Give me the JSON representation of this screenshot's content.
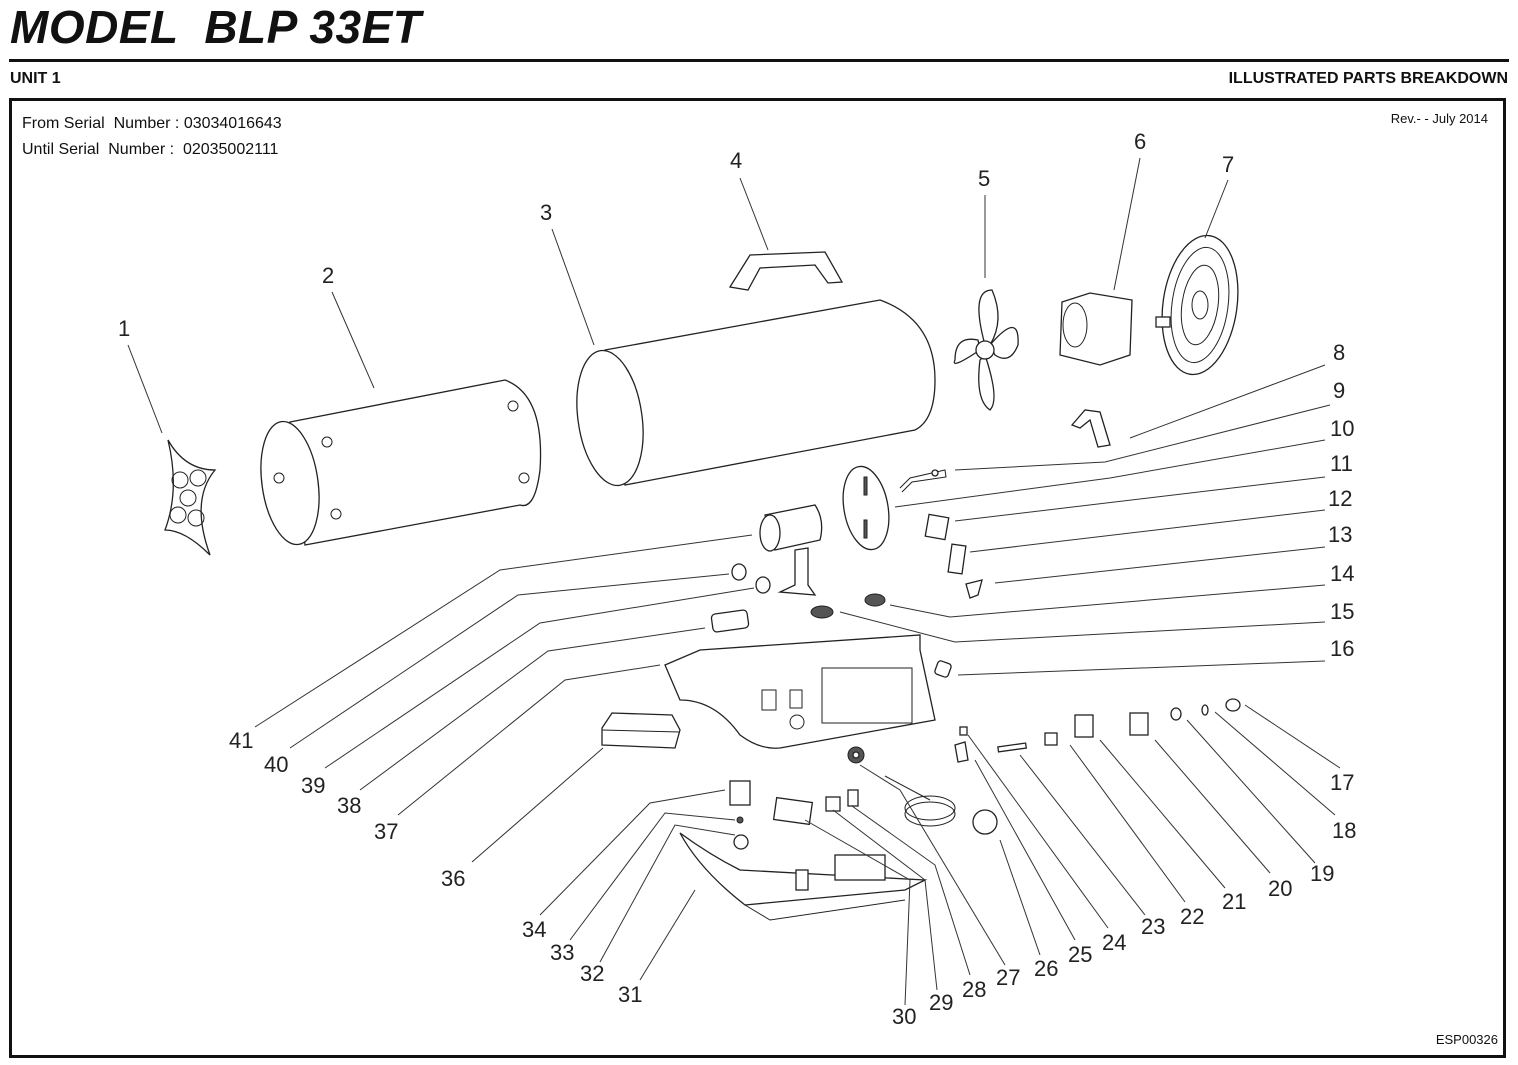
{
  "header": {
    "title": "MODEL  BLP 33ET",
    "unit": "UNIT 1",
    "section": "ILLUSTRATED PARTS BREAKDOWN"
  },
  "serials": {
    "from": "From Serial  Number : 03034016643",
    "until": "Until Serial  Number :  02035002111"
  },
  "revision": "Rev.- - July 2014",
  "document_id": "ESP00326",
  "callouts": [
    "1",
    "2",
    "3",
    "4",
    "5",
    "6",
    "7",
    "8",
    "9",
    "10",
    "11",
    "12",
    "13",
    "14",
    "15",
    "16",
    "17",
    "18",
    "19",
    "20",
    "21",
    "22",
    "23",
    "24",
    "25",
    "26",
    "27",
    "28",
    "29",
    "30",
    "31",
    "32",
    "33",
    "34",
    "36",
    "37",
    "38",
    "39",
    "40",
    "41"
  ]
}
